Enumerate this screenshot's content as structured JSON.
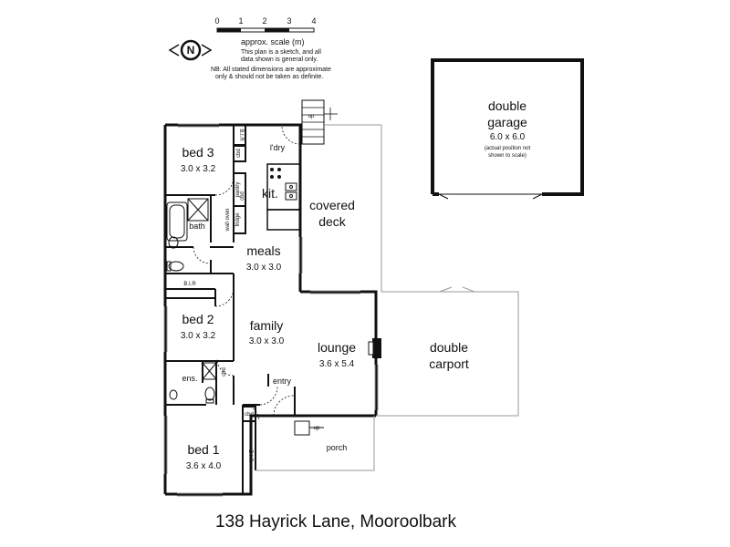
{
  "scale": {
    "ticks": [
      "0",
      "1",
      "2",
      "3",
      "4"
    ],
    "caption": "approx. scale (m)",
    "note1_line1": "This plan is a sketch, and all",
    "note1_line2": "data shown is general only.",
    "note2_line1": "NB: All stated dimensions are approximate",
    "note2_line2": "only & should not be taken as definite."
  },
  "compass": {
    "letter": "N"
  },
  "rooms": {
    "garage_line1": "double",
    "garage_line2": "garage",
    "garage_dim": "6.0 x 6.0",
    "garage_note1": "(actual position not",
    "garage_note2": "shown to scale)",
    "bed3": "bed 3",
    "bed3_dim": "3.0 x 3.2",
    "bir_top": "B.I.R",
    "laundry": "l'dry",
    "kitchen": "kit.",
    "pantry": "pantry",
    "cbd": "cbd",
    "fridge": "fridge",
    "wall_oven": "wall oven",
    "deck_line1": "covered",
    "deck_line2": "deck",
    "bath": "bath",
    "meals": "meals",
    "meals_dim": "3.0 x 3.0",
    "bir_mid": "B.I.R",
    "bed2": "bed 2",
    "bed2_dim": "3.0 x 3.2",
    "family": "family",
    "family_dim": "3.0 x 3.0",
    "lounge": "lounge",
    "lounge_dim": "3.6 x 5.4",
    "carport_line1": "double",
    "carport_line2": "carport",
    "ensuite": "ens.",
    "entry": "entry",
    "up_top": "up",
    "up_bottom": "up",
    "porch": "porch",
    "bed1": "bed 1",
    "bed1_dim": "3.6 x 4.0",
    "bir_side": "B I R"
  },
  "address": "138 Hayrick Lane, Mooroolbark"
}
